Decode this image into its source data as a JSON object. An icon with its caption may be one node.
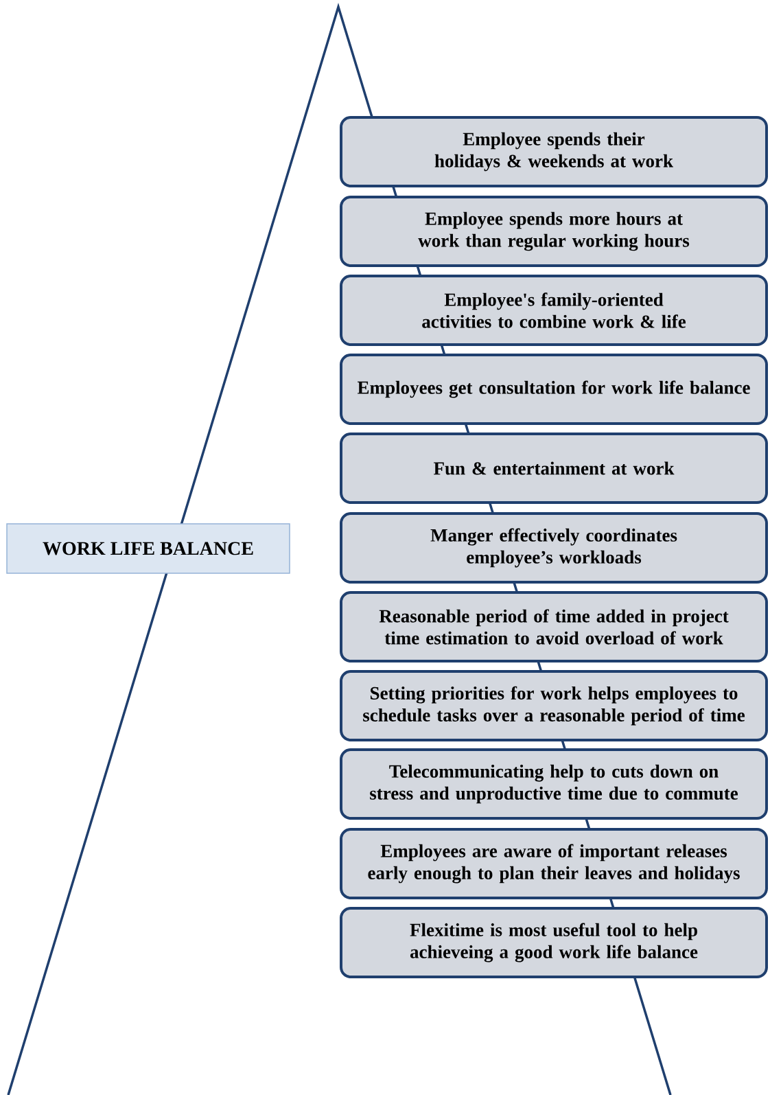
{
  "diagram": {
    "nodes": [
      {
        "text": [
          "WORK LIFE BALANCE"
        ]
      },
      {
        "text": [
          "Employee spends their holidays & weekends at work"
        ]
      },
      {
        "text": [
          "Employee spends more hours at work than regular working hours"
        ]
      },
      {
        "text": [
          "Employee's family-oriented activities to combine work & life"
        ]
      },
      {
        "text": [
          "Employees get consultation for work life balance"
        ]
      },
      {
        "text": [
          "Fun & entertainment at work"
        ]
      },
      {
        "text": [
          "Manger effectively coordinates employee’s workloads"
        ]
      },
      {
        "text": [
          "Reasonable period of time added in project time estimation to avoid overload of work"
        ]
      },
      {
        "text": [
          "Setting priorities for work helps employees to schedule tasks over a reasonable period of time"
        ]
      },
      {
        "text": [
          "Telecommunicating help to cuts down on stress and unproductive time due to commute"
        ]
      },
      {
        "text": [
          "Employees are aware of important releases early enough to plan their leaves and holidays"
        ]
      },
      {
        "text": [
          "Flexitime is most useful tool to help achieveing a good work life balance"
        ]
      }
    ]
  }
}
